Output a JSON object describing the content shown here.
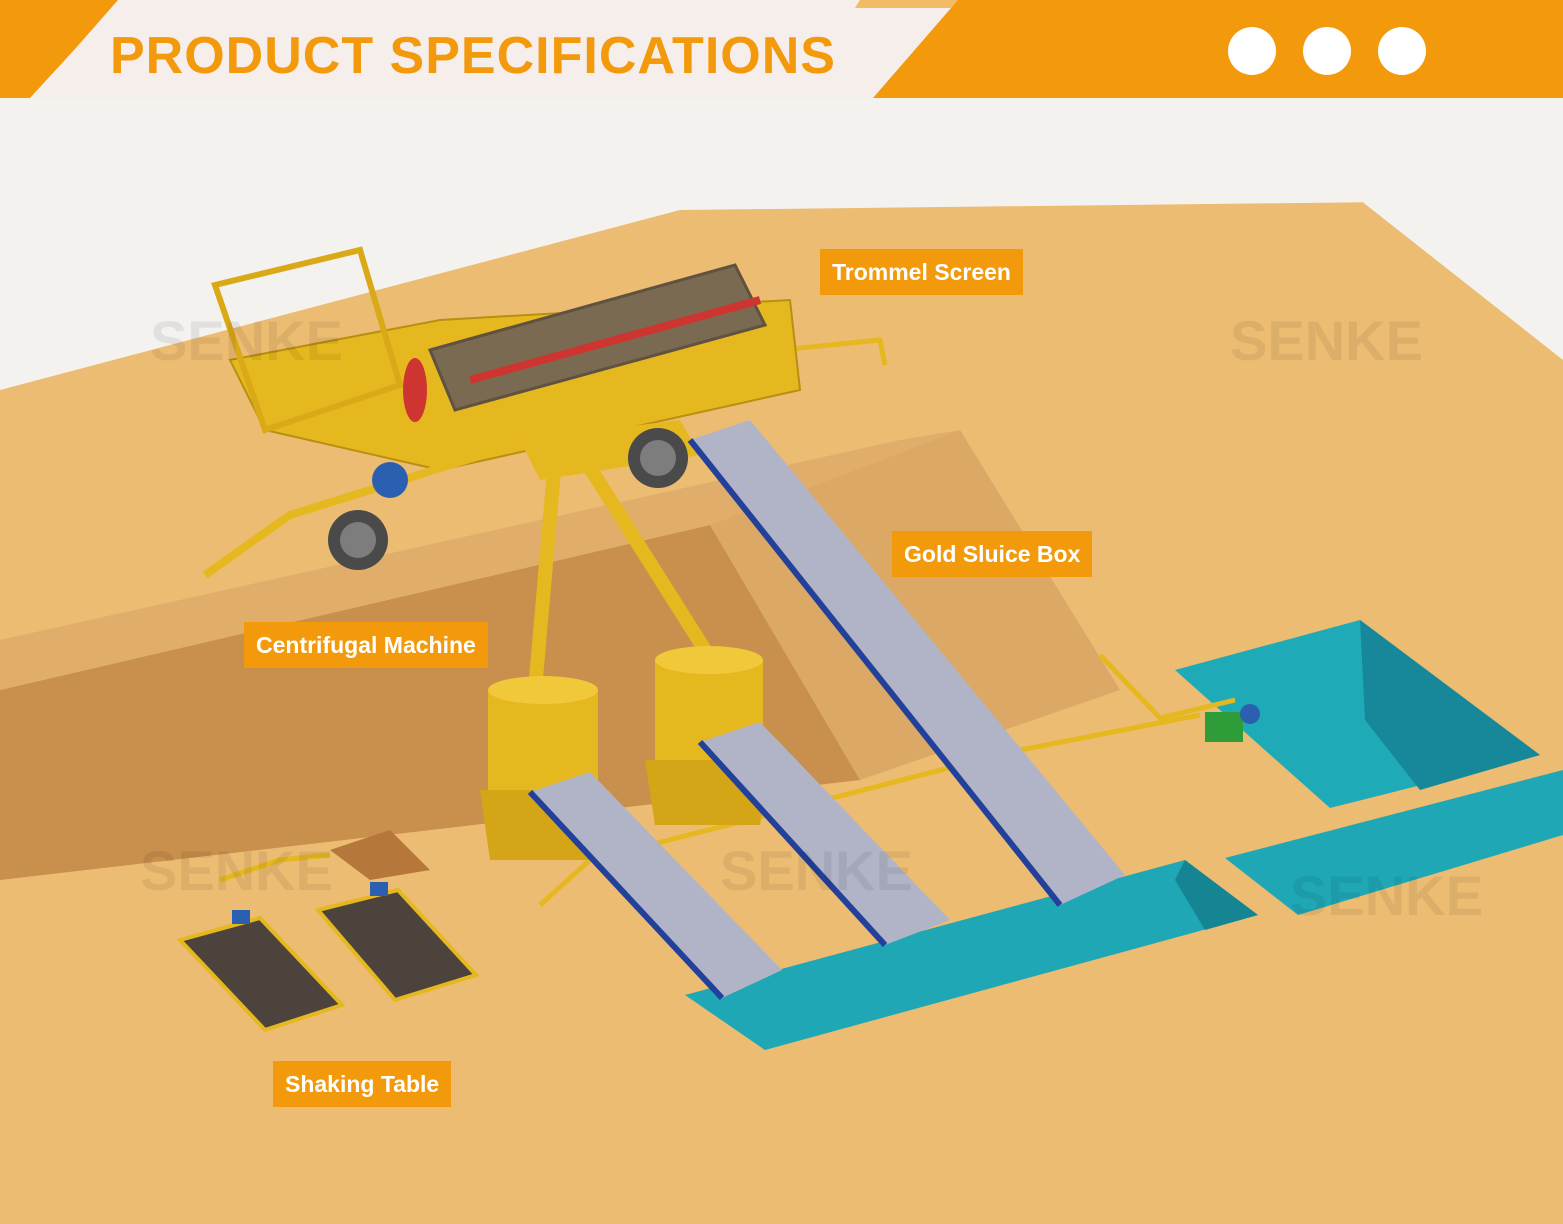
{
  "banner": {
    "title": "PRODUCT SPECIFICATIONS",
    "accent_color": "#f39a0c",
    "dot_count": 3
  },
  "watermark": "SENKE",
  "callouts": {
    "trommel_screen": "Trommel Screen",
    "gold_sluice_box": "Gold Sluice Box",
    "centrifugal_machine": "Centrifugal Machine",
    "shaking_table": "Shaking Table"
  },
  "colors": {
    "ground": "#ecbc72",
    "pit_wall": "#c98f4c",
    "water": "#1faab8",
    "machine_yellow": "#e6b81f",
    "sluice_surface": "#b0b4c6",
    "sluice_edge": "#23419a"
  }
}
